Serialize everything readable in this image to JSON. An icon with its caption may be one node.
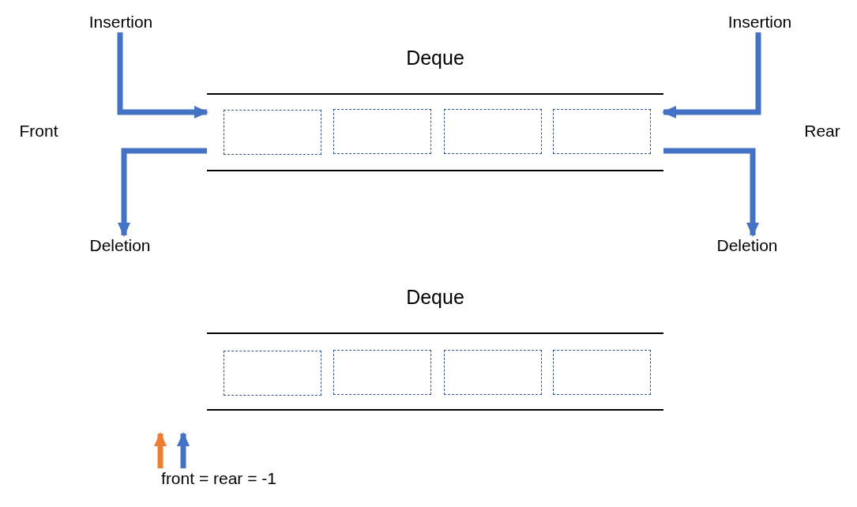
{
  "diagram": {
    "nodes": [
      {
        "text": [
          "Insertion"
        ]
      },
      {
        "text": [
          "Insertion"
        ]
      },
      {
        "text": [
          "Deque"
        ]
      },
      {
        "text": [],
        "shape": "box",
        "in": 2
      },
      {
        "text": [],
        "shape": "box",
        "in": 2
      },
      {
        "text": [],
        "shape": "box",
        "in": 2
      },
      {
        "text": [],
        "shape": "box",
        "in": 2
      },
      {
        "text": [
          "Deletion"
        ]
      },
      {
        "text": [
          "Deletion"
        ]
      },
      {
        "text": [
          "Deque"
        ]
      },
      {
        "text": [],
        "shape": "box",
        "in": 9
      },
      {
        "text": [],
        "shape": "box",
        "in": 9
      },
      {
        "text": [],
        "shape": "box",
        "in": 9
      },
      {
        "text": [],
        "shape": "box",
        "in": 9
      },
      {
        "text": [
          "front = rear = -1"
        ]
      }
    ],
    "edges": [
      {
        "from": 0,
        "to": 2,
        "arrow": "to"
      },
      {
        "from": 1,
        "to": 2,
        "arrow": "to"
      },
      {
        "from": 2,
        "to": 7,
        "arrow": "to"
      },
      {
        "from": 2,
        "to": 8,
        "arrow": "to"
      },
      {
        "from": 14,
        "to": null,
        "arrow": "to",
        "color": "#ed7d31"
      },
      {
        "from": 14,
        "to": null,
        "arrow": "to"
      }
    ],
    "labels": [
      "Front",
      "Rear"
    ]
  }
}
